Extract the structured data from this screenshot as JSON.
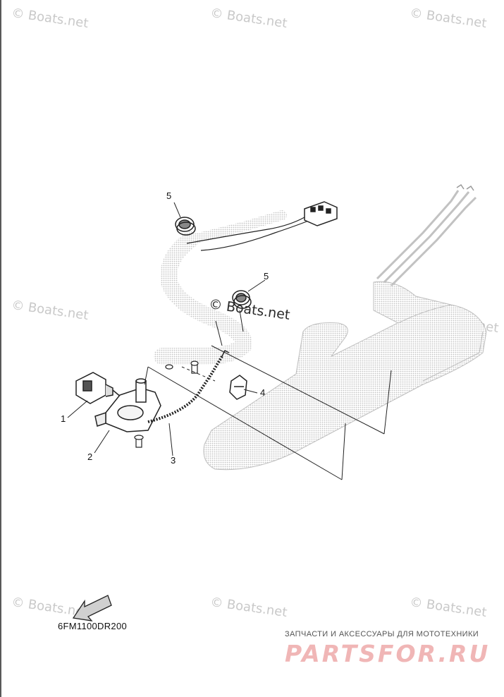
{
  "watermarks": {
    "text": "© Boats.net"
  },
  "center_watermark": "© Boats.net",
  "callouts": {
    "c1": "1",
    "c2": "2",
    "c3": "3",
    "c4": "4",
    "c5a": "5",
    "c5b": "5"
  },
  "drawing_code": "6FM1100DR200",
  "footer": {
    "caption": "ЗАПЧАСТИ И АКСЕССУАРЫ ДЛЯ МОТОТЕХНИКИ",
    "brand": "PARTSFOR.RU"
  },
  "colors": {
    "line": "#222222",
    "shade": "#d6d6d6",
    "watermark": "#c9c9c9",
    "brand": "#f0b6b6"
  }
}
